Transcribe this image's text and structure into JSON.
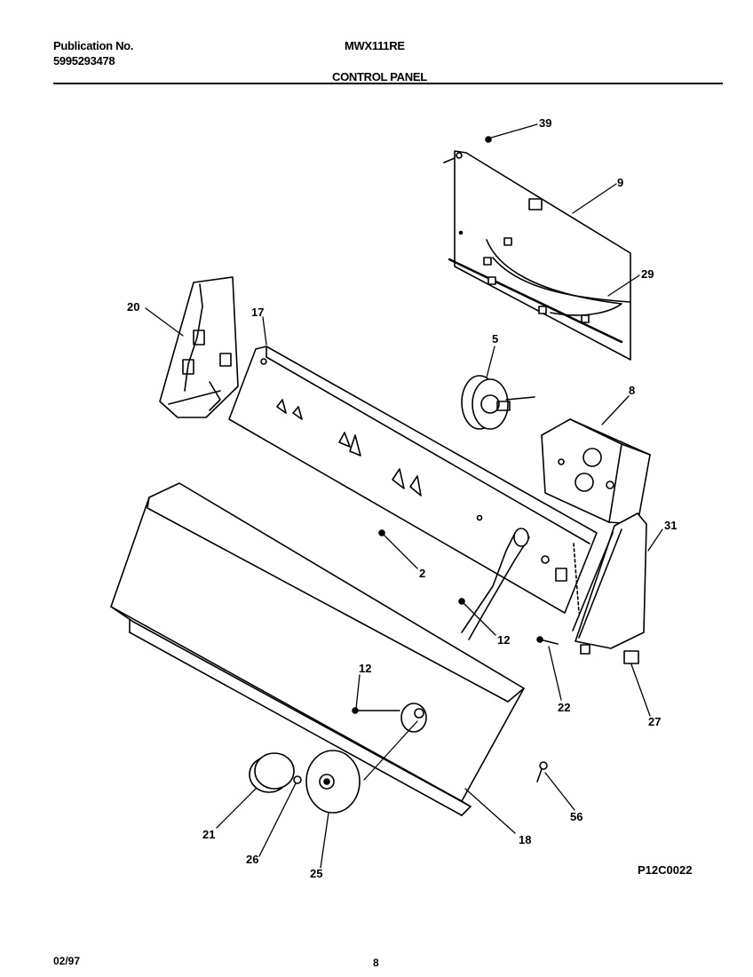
{
  "header": {
    "publication_label": "Publication No.",
    "publication_number": "5995293478",
    "model": "MWX111RE",
    "section_title": "CONTROL PANEL"
  },
  "callouts": [
    "39",
    "9",
    "29",
    "20",
    "17",
    "5",
    "8",
    "31",
    "2",
    "12",
    "12",
    "22",
    "27",
    "56",
    "18",
    "21",
    "26",
    "25"
  ],
  "figure_code": "P12C0022",
  "footer": {
    "date": "02/97",
    "page": "8"
  }
}
